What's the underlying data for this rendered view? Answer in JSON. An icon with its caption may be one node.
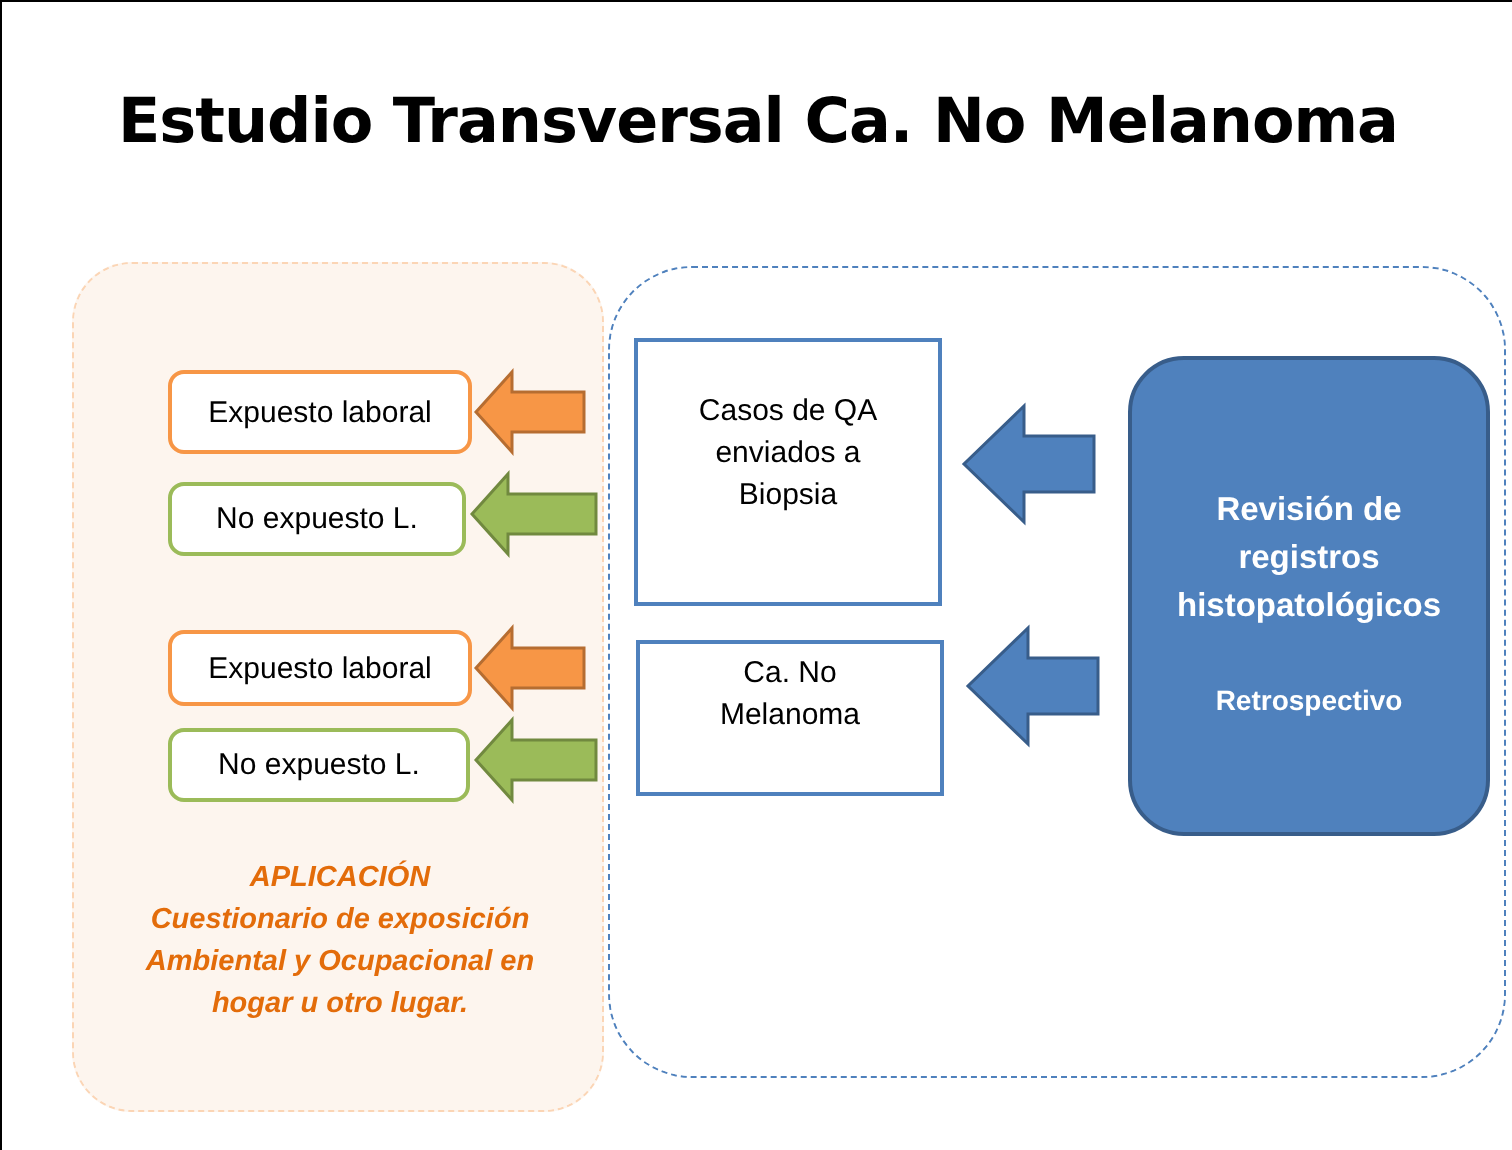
{
  "diagram": {
    "title": "Estudio Transversal Ca. No Melanoma",
    "nodes": [
      {
        "text": [
          "APLICACIÓN",
          "Cuestionario de exposición Ambiental y Ocupacional en hogar u otro lugar."
        ]
      },
      {
        "text": [
          "Expuesto laboral"
        ],
        "in": 0
      },
      {
        "text": [
          "No expuesto L."
        ],
        "in": 0
      },
      {
        "text": [
          "Expuesto laboral"
        ],
        "in": 0
      },
      {
        "text": [
          "No expuesto L."
        ],
        "in": 0
      },
      {
        "text": [],
        "shape": "box"
      },
      {
        "text": [
          "Casos de QA enviados a Biopsia"
        ],
        "in": 5
      },
      {
        "text": [
          "Ca. No Melanoma"
        ],
        "in": 5
      },
      {
        "text": [
          "Revisión de registros histopatológicos",
          "Retrospectivo"
        ],
        "in": 5
      }
    ],
    "edges": [
      {
        "from": 8,
        "to": 6,
        "arrow": "to",
        "color": "#4f81bd"
      },
      {
        "from": 8,
        "to": 7,
        "arrow": "to",
        "color": "#4f81bd"
      },
      {
        "from": 5,
        "to": 1,
        "arrow": "to",
        "color": "#f79646"
      },
      {
        "from": 5,
        "to": 2,
        "arrow": "to",
        "color": "#9bbb59"
      },
      {
        "from": 5,
        "to": 3,
        "arrow": "to",
        "color": "#f79646"
      },
      {
        "from": 5,
        "to": 4,
        "arrow": "to",
        "color": "#9bbb59"
      }
    ]
  }
}
